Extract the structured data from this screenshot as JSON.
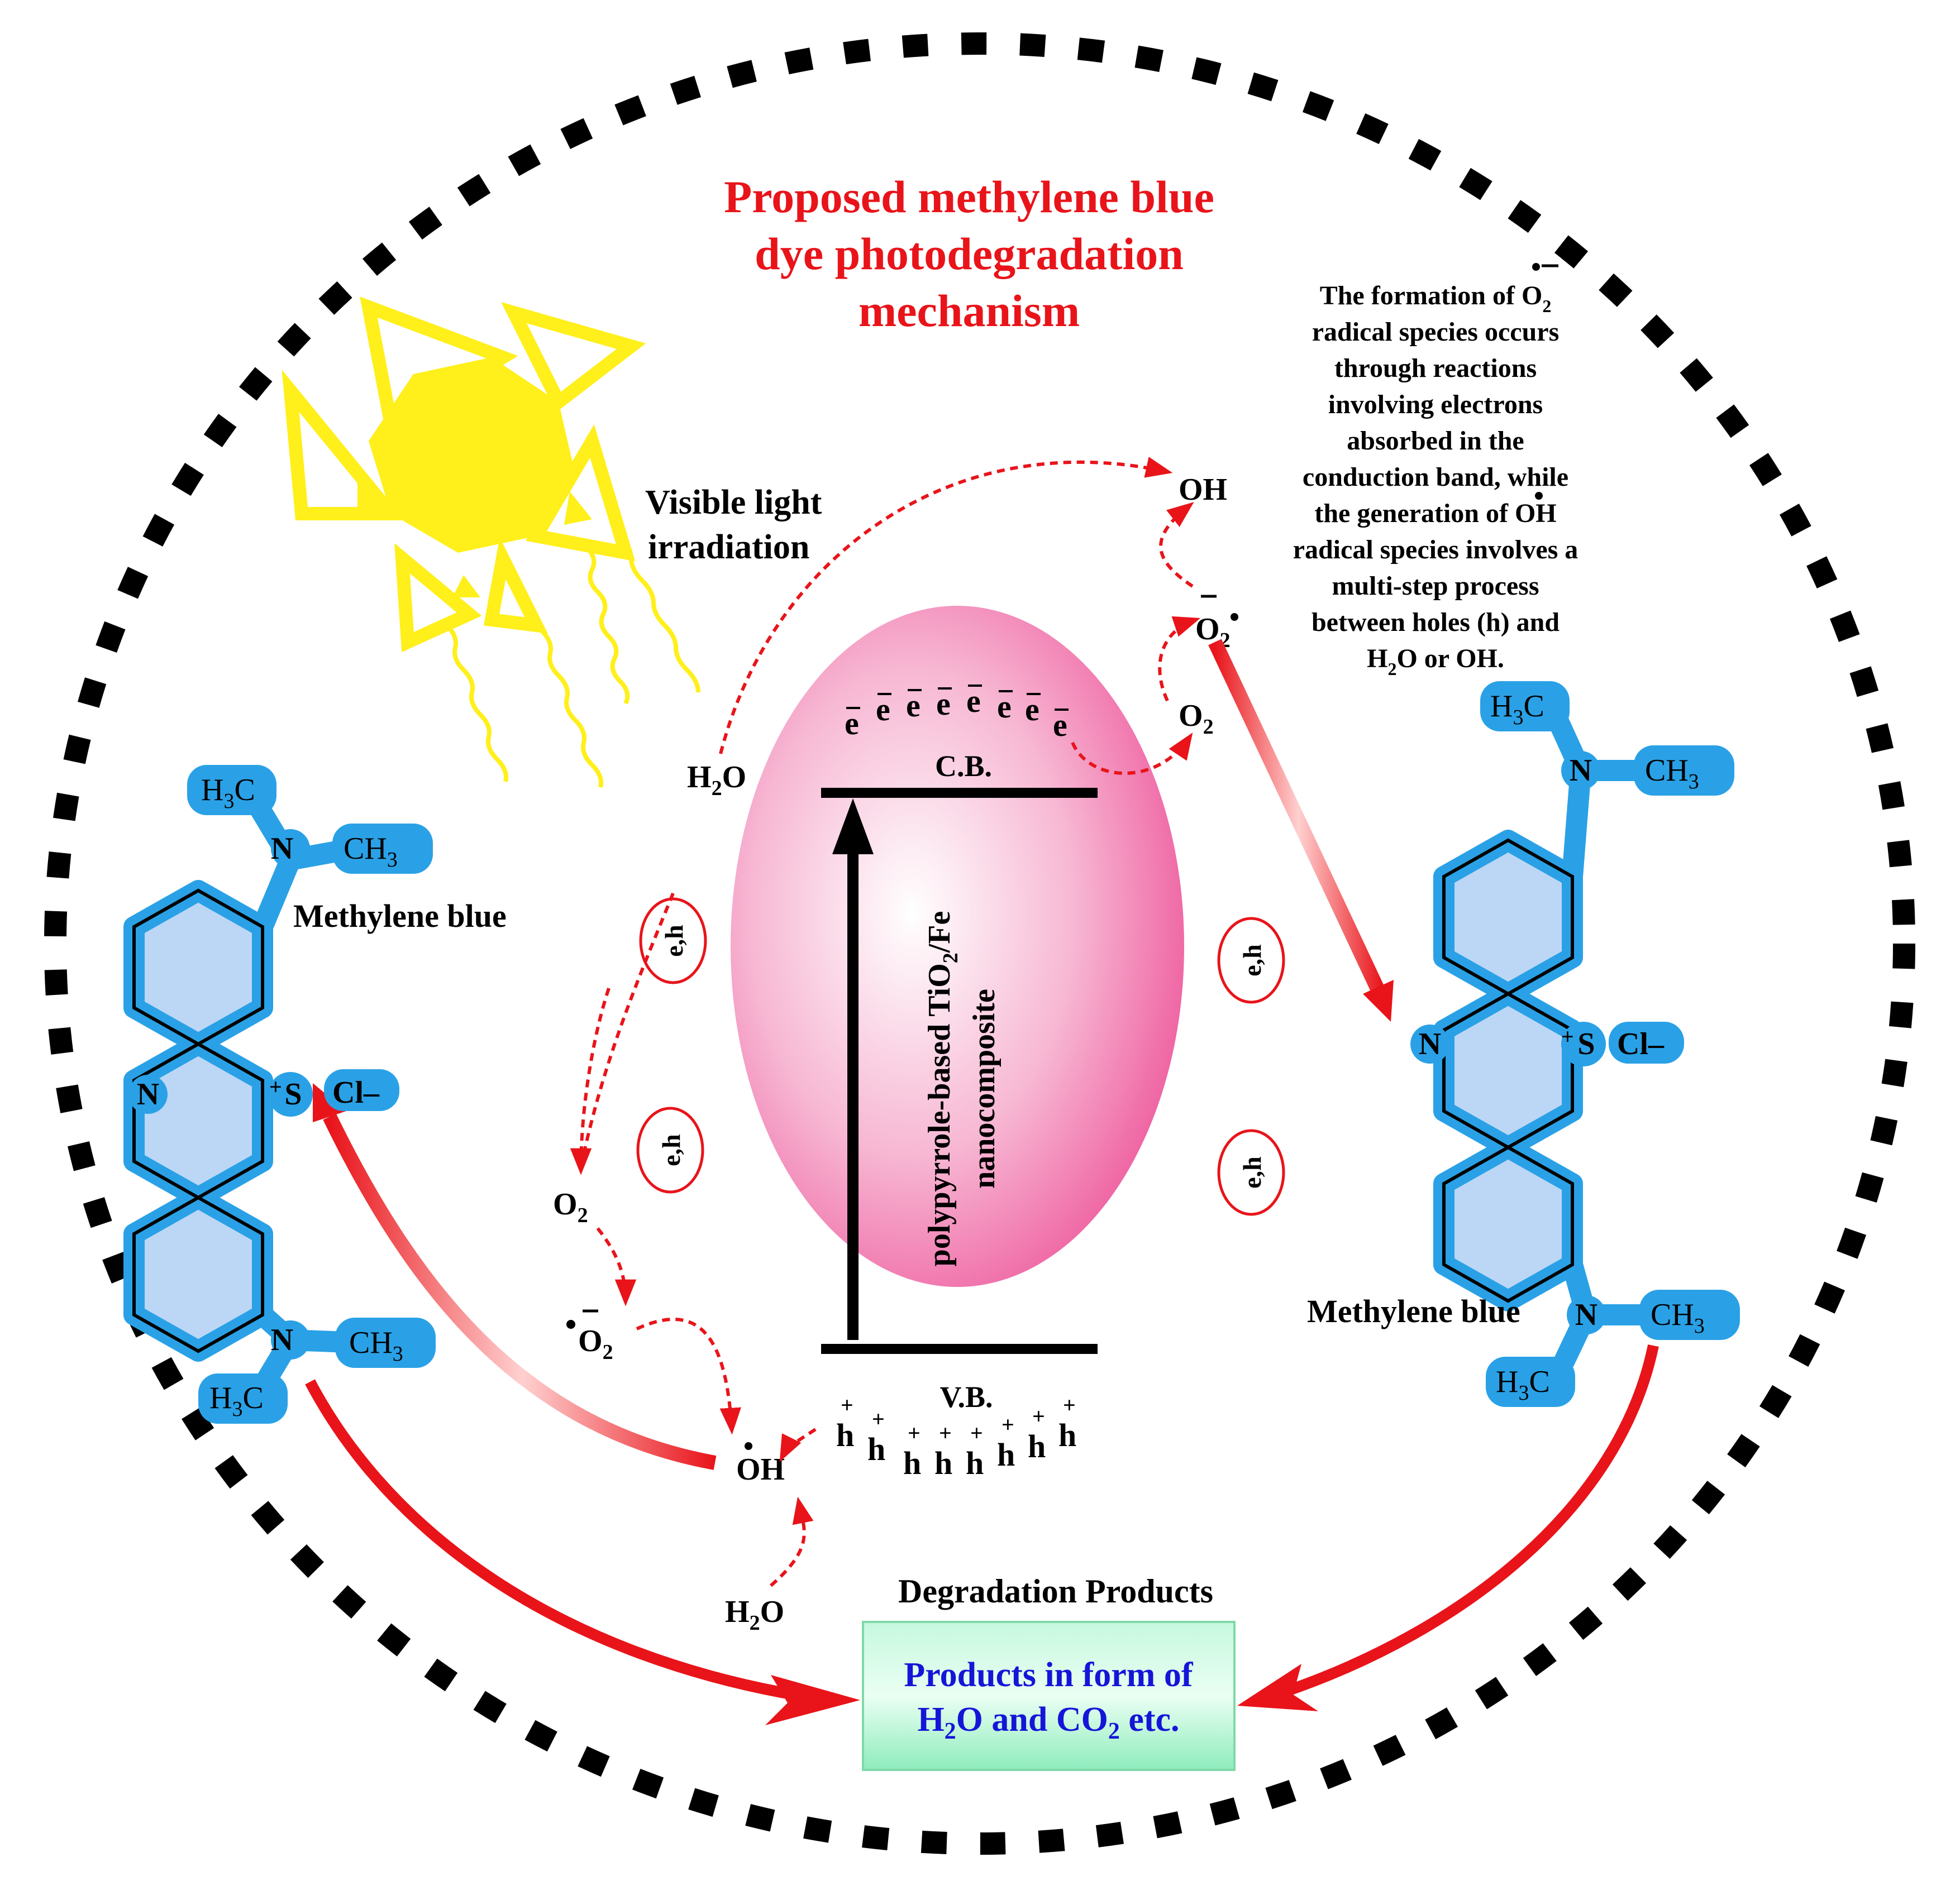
{
  "title": [
    "Proposed methylene blue",
    "dye photodegradation",
    "mechanism"
  ],
  "light_label": [
    "Visible light",
    "irradiation"
  ],
  "band": {
    "cb": "C.B.",
    "vb": "V.B."
  },
  "catalyst_label": [
    "polypyrrole-based TiO",
    "2",
    "/Fe",
    "nanocomposite"
  ],
  "electron": "e",
  "hole": "h",
  "species": {
    "h2o": "H",
    "two": "2",
    "o": "O",
    "oh": "OH",
    "o2": "O",
    "pair": "e,h"
  },
  "description": [
    "The formation of O",
    "radical species occurs",
    "through reactions",
    "involving electrons",
    "absorbed in the",
    "conduction band, while",
    "the generation of OH",
    "radical species involves a",
    "multi-step process",
    "between holes (h) and",
    "H",
    "O or OH."
  ],
  "molecule": {
    "name": "Methylene blue",
    "n": "N",
    "s": "S",
    "plus": "+",
    "cl": "Cl–",
    "h3c": "H",
    "c": "C",
    "ch": "CH",
    "three": "3"
  },
  "degradation": {
    "heading": "Degradation Products",
    "line1": "Products in form of",
    "line2a": "H",
    "line2b": "O and CO",
    "line2c": " etc."
  },
  "colors": {
    "title": "#e8141a",
    "sun": "#ffef1a",
    "arrow_red": "#e8141a",
    "molecule_blue": "#2aa1e6",
    "ring_fill": "#bcd7f5",
    "ellipse_pink": "#f06aa6",
    "product_box": "#9af2c4",
    "product_text": "#1515d8"
  }
}
